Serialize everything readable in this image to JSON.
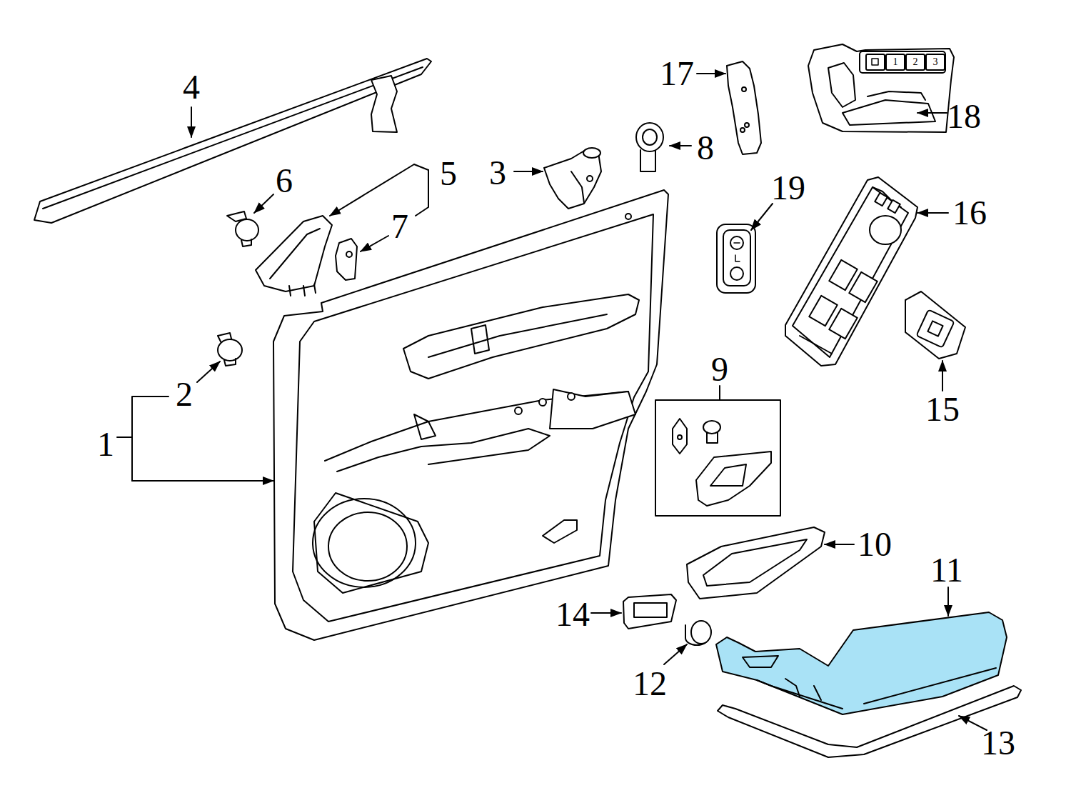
{
  "diagram": {
    "labels": [
      "4",
      "6",
      "5",
      "7",
      "3",
      "8",
      "17",
      "18",
      "2",
      "1",
      "19",
      "16",
      "9",
      "15",
      "10",
      "11",
      "14",
      "12",
      "13",
      "1",
      "2",
      "3"
    ]
  }
}
